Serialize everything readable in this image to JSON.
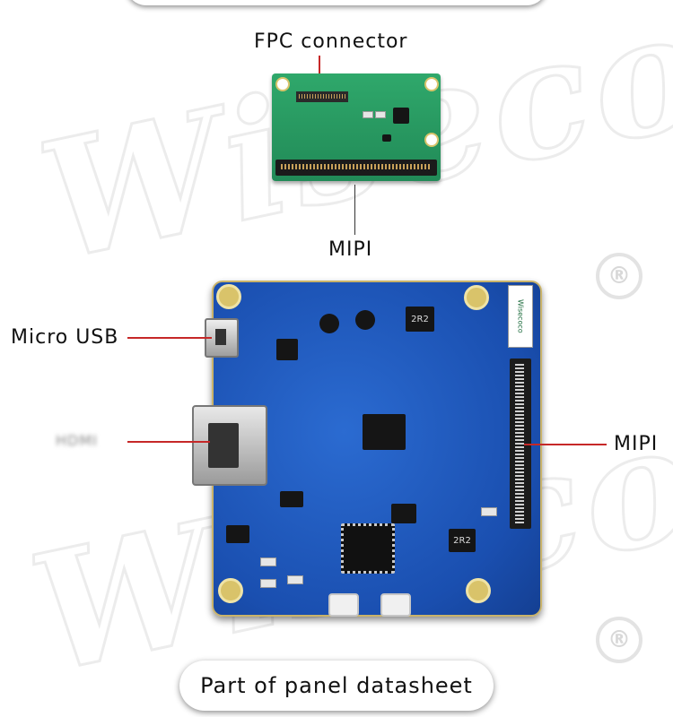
{
  "labels": {
    "fpc_connector": "FPC connector",
    "mipi_top": "MIPI",
    "micro_usb": "Micro USB",
    "hdmi": "HDMI",
    "mipi_right": "MIPI",
    "caption": "Part of panel datasheet"
  },
  "watermark": {
    "brand_text": "Wisecoco",
    "registered_mark": "®"
  },
  "board_markings": {
    "chip_text": "2R2"
  },
  "colors": {
    "pcb_blue": "#1a4fb0",
    "pcb_green": "#218a57",
    "callout_line": "#c62828"
  }
}
